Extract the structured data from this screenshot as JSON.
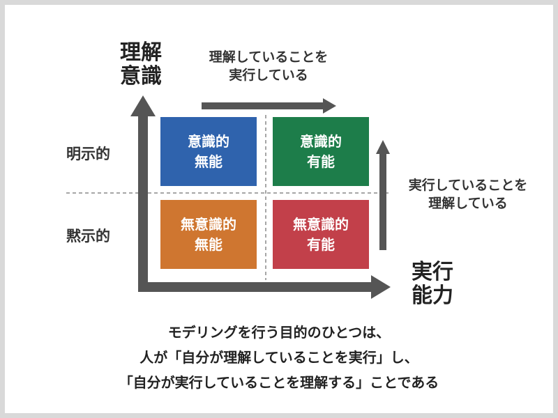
{
  "axes": {
    "y_title_line1": "理解",
    "y_title_line2": "意識",
    "x_title_line1": "実行",
    "x_title_line2": "能力"
  },
  "row_labels": {
    "explicit": "明示的",
    "implicit": "黙示的"
  },
  "arrow_notes": {
    "top_line1": "理解していることを",
    "top_line2": "実行している",
    "right_line1": "実行していることを",
    "right_line2": "理解している"
  },
  "quadrants": {
    "conscious_incompetence": {
      "line1": "意識的",
      "line2": "無能",
      "color": "#2f63ad"
    },
    "conscious_competence": {
      "line1": "意識的",
      "line2": "有能",
      "color": "#1d7d4a"
    },
    "unconscious_incompetence": {
      "line1": "無意識的",
      "line2": "無能",
      "color": "#cf7630"
    },
    "unconscious_competence": {
      "line1": "無意識的",
      "line2": "有能",
      "color": "#c2404a"
    }
  },
  "caption": {
    "line1": "モデリングを行う目的のひとつは、",
    "line2": "人が「自分が理解していることを実行」し、",
    "line3": "「自分が実行していることを理解する」ことである"
  },
  "colors": {
    "axis": "#555555",
    "divider": "#888888"
  }
}
